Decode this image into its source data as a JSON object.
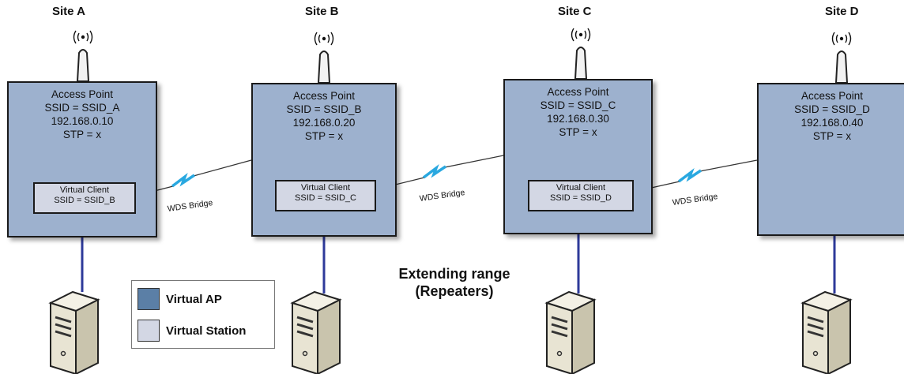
{
  "sites": [
    {
      "title": "Site A",
      "ap_label": "Access Point",
      "ssid": "SSID  = SSID_A",
      "ip": "192.168.0.10",
      "stp": "STP = x",
      "client": {
        "label": "Virtual Client",
        "ssid": "SSID = SSID_B"
      }
    },
    {
      "title": "Site B",
      "ap_label": "Access Point",
      "ssid": "SSID  = SSID_B",
      "ip": "192.168.0.20",
      "stp": "STP = x",
      "client": {
        "label": "Virtual Client",
        "ssid": "SSID = SSID_C"
      }
    },
    {
      "title": "Site C",
      "ap_label": "Access Point",
      "ssid": "SSID  = SSID_C",
      "ip": "192.168.0.30",
      "stp": "STP = x",
      "client": {
        "label": "Virtual Client",
        "ssid": "SSID = SSID_D"
      }
    },
    {
      "title": "Site D",
      "ap_label": "Access Point",
      "ssid": "SSID  = SSID_D",
      "ip": "192.168.0.40",
      "stp": "STP = x",
      "client": null
    }
  ],
  "links": [
    {
      "label": "WDS  Bridge"
    },
    {
      "label": "WDS  Bridge"
    },
    {
      "label": "WDS  Bridge"
    }
  ],
  "center_title": {
    "line1": "Extending range",
    "line2": "(Repeaters)"
  },
  "legend": [
    {
      "label": "Virtual AP",
      "color": "#5b7fa6"
    },
    {
      "label": "Virtual Station",
      "color": "#d3d7e4"
    }
  ],
  "colors": {
    "ap_fill": "#9db1ce",
    "client_fill": "#d3d7e4",
    "cable": "#2e3a9a",
    "wds_bolt": "#29a8e0"
  },
  "icons": [
    "antenna-icon",
    "server-icon",
    "wireless-link-icon"
  ]
}
